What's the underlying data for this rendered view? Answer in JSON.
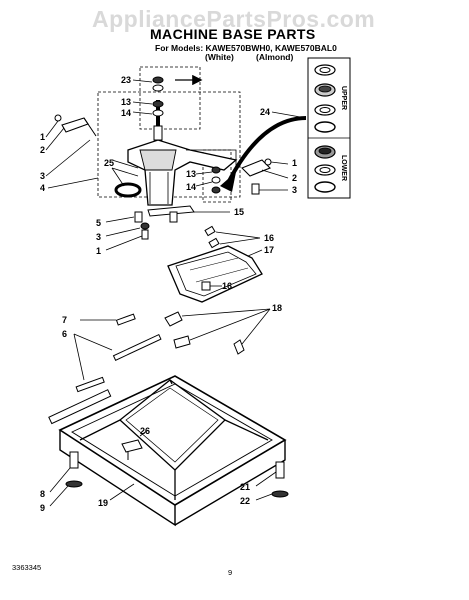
{
  "header": {
    "watermark": "AppliancePartsPros.com",
    "title": "MACHINE BASE PARTS",
    "models": "For Models: KAWE570BWH0, KAWE570BAL0",
    "color_white": "(White)",
    "color_almond": "(Almond)"
  },
  "side_box": {
    "upper_label": "UPPER",
    "lower_label": "LOWER"
  },
  "callouts": {
    "c23": "23",
    "c13a": "13",
    "c14a": "14",
    "c24": "24",
    "c1a": "1",
    "c2a": "2",
    "c25": "25",
    "c3a": "3",
    "c4": "4",
    "c13b": "13",
    "c14b": "14",
    "c1b": "1",
    "c2b": "2",
    "c3b": "3",
    "c15": "15",
    "c5": "5",
    "c3c": "3",
    "c1c": "1",
    "c16a": "16",
    "c17": "17",
    "c16b": "16",
    "c7": "7",
    "c18": "18",
    "c6": "6",
    "c26": "26",
    "c8": "8",
    "c9": "9",
    "c19": "19",
    "c21": "21",
    "c22": "22"
  },
  "footer": {
    "doc_number": "3363345",
    "page_number": "9"
  }
}
